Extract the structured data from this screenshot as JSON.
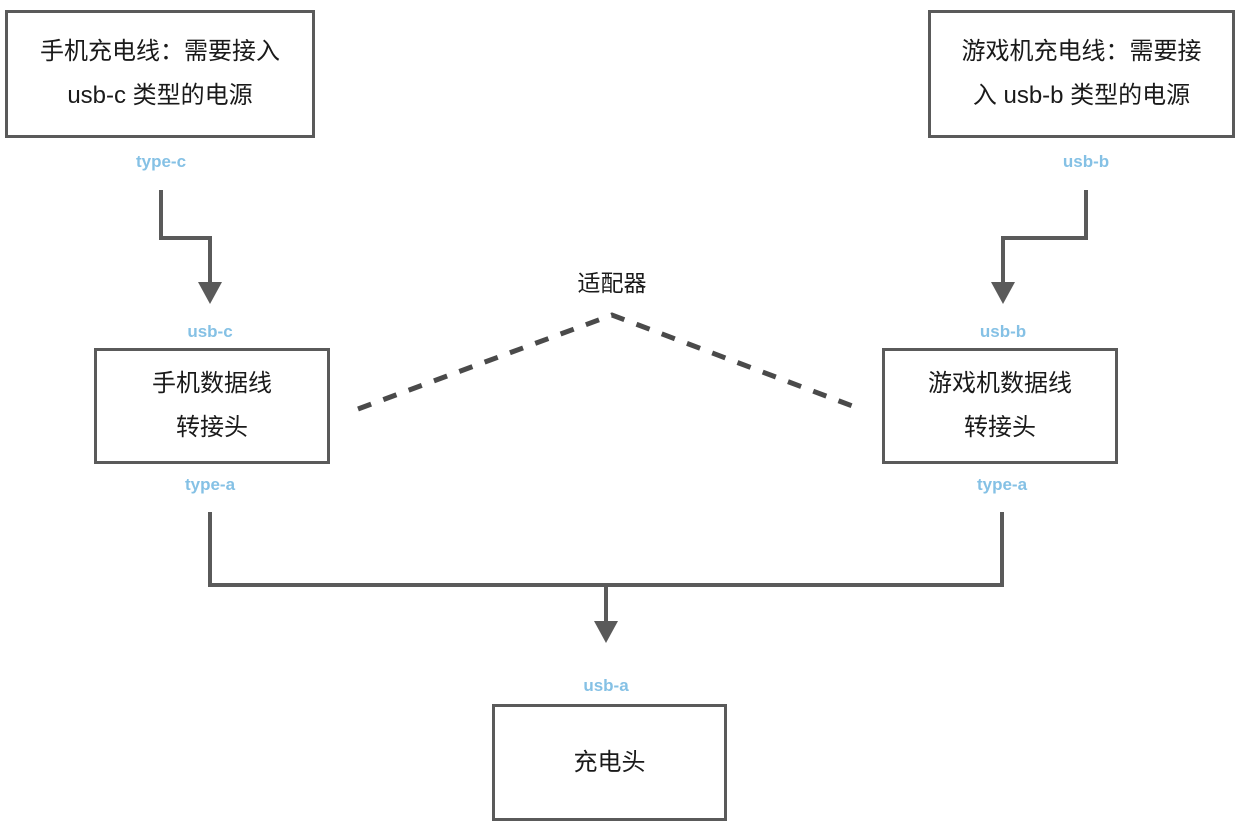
{
  "diagram": {
    "title_text": "适配器",
    "colors": {
      "port_label": "#85c1e5",
      "box_border": "#5a5a5a",
      "connector": "#5a5a5a",
      "background": "#ffffff",
      "text": "#1a1a1a"
    },
    "nodes": [
      {
        "id": "phone-cable",
        "lines": [
          "手机充电线：需要接入",
          "usb-c 类型的电源"
        ]
      },
      {
        "id": "console-cable",
        "lines": [
          "游戏机充电线：需要接",
          "入 usb-b 类型的电源"
        ]
      },
      {
        "id": "phone-adapter",
        "lines": [
          "手机数据线",
          "转接头"
        ]
      },
      {
        "id": "console-adapter",
        "lines": [
          "游戏机数据线",
          "转接头"
        ]
      },
      {
        "id": "charger",
        "lines": [
          "充电头"
        ]
      }
    ],
    "port_labels": [
      {
        "id": "phone-cable-out",
        "text": "type-c"
      },
      {
        "id": "console-cable-out",
        "text": "usb-b"
      },
      {
        "id": "phone-adapter-in",
        "text": "usb-c"
      },
      {
        "id": "console-adapter-in",
        "text": "usb-b"
      },
      {
        "id": "phone-adapter-out",
        "text": "type-a"
      },
      {
        "id": "console-adapter-out",
        "text": "type-a"
      },
      {
        "id": "charger-in",
        "text": "usb-a"
      }
    ]
  }
}
